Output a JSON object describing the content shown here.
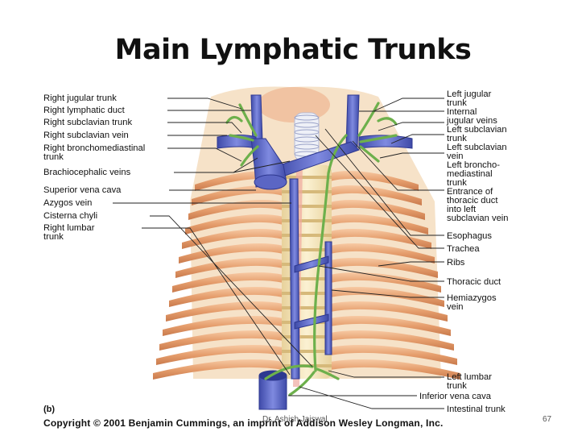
{
  "slide": {
    "title": "Main Lymphatic Trunks",
    "author": "Dr. Ashish Jaiswal",
    "page_number": "67",
    "figure_tag": "(b)",
    "copyright": "Copyright © 2001 Benjamin Cummings, an imprint of Addison Wesley Longman, Inc."
  },
  "labels_left": [
    "Right jugular trunk",
    "Right lymphatic duct",
    "Right subclavian trunk",
    "Right subclavian vein",
    "Right bronchomediastinal\ntrunk",
    "Brachiocephalic veins",
    "Superior vena cava",
    "Azygos vein",
    "Cisterna chyli",
    "Right lumbar\ntrunk"
  ],
  "labels_right": [
    "Left jugular\ntrunk",
    "Internal\njugular veins",
    "Left subclavian\ntrunk",
    "Left subclavian\nvein",
    "Left broncho-\nmediastinal\ntrunk",
    "Entrance of\nthoracic duct\ninto left\nsubclavian vein",
    "Esophagus",
    "Trachea",
    "Ribs",
    "Thoracic duct",
    "Hemiazygos\nvein",
    "Left lumbar\ntrunk",
    "Inferior vena cava",
    "Intestinal trunk"
  ],
  "colors": {
    "vein": "#5a66c8",
    "lymph": "#7fbf5a",
    "rib": "#e9a77a",
    "vertebra": "#f3e3b4",
    "leader_line": "#222222"
  }
}
